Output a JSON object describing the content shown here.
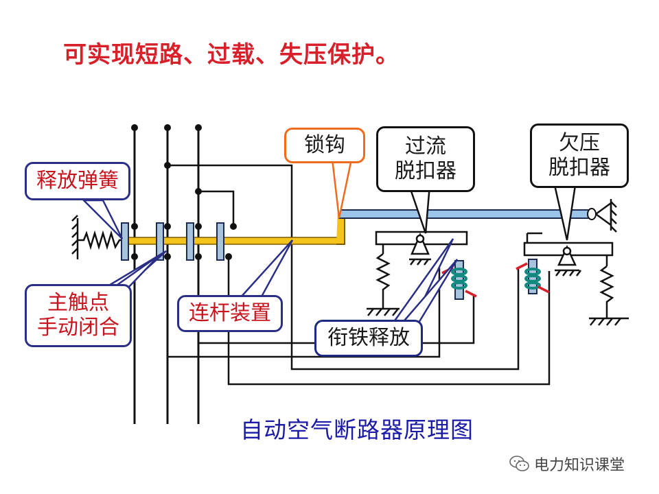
{
  "heading": "可实现短路、过载、失压保护。",
  "caption": "自动空气断路器原理图",
  "watermark": {
    "icon": "wechat-icon",
    "text": "电力知识课堂"
  },
  "labels": {
    "spring": "释放弹簧",
    "contact_line1": "主触点",
    "contact_line2": "手动闭合",
    "linkage": "连杆装置",
    "latch": "锁钩",
    "overcurrent_line1": "过流",
    "overcurrent_line2": "脱扣器",
    "undervoltage_line1": "欠压",
    "undervoltage_line2": "脱扣器",
    "armature": "衔铁释放"
  },
  "colors": {
    "heading": "#d8202a",
    "caption": "#1a1aa6",
    "label_text_red": "#c8141e",
    "callout_blue": "#2a2f85",
    "latch_orange": "#f06a1e",
    "rod_yellow": "#f5c41c",
    "bar_blue": "#9cc3e8",
    "coil_teal": "#138a80",
    "pole_red": "#d8202a",
    "contact_block": "#a8c4dc"
  }
}
